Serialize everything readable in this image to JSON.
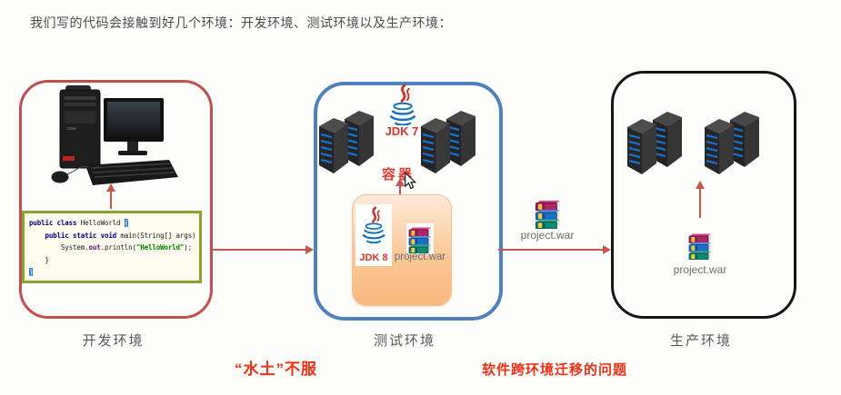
{
  "intro": "我们写的代码会接触到好几个环境：开发环境、测试环境以及生产环境：",
  "dev": {
    "caption": "开发环境",
    "code_lines": [
      [
        {
          "t": "public class ",
          "c": "kw"
        },
        {
          "t": "HelloWorld ",
          "c": "plain"
        },
        {
          "t": "{",
          "c": "sel"
        }
      ],
      [
        {
          "t": "    ",
          "c": "plain"
        },
        {
          "t": "public static void ",
          "c": "kw"
        },
        {
          "t": "main(String[] args) {",
          "c": "plain"
        }
      ],
      [
        {
          "t": "        System.",
          "c": "plain"
        },
        {
          "t": "out",
          "c": "field"
        },
        {
          "t": ".println(",
          "c": "plain"
        },
        {
          "t": "\"HelloWorld\"",
          "c": "str"
        },
        {
          "t": ");",
          "c": "plain"
        }
      ],
      [
        {
          "t": "    }",
          "c": "plain"
        }
      ],
      [
        {
          "t": "}",
          "c": "sel"
        }
      ]
    ]
  },
  "test": {
    "caption": "测试环境",
    "jdk7_label": "JDK 7",
    "container_label": "容器",
    "jdk8_label": "JDK 8",
    "war_label": "project.war"
  },
  "transfer": {
    "war_label": "project.war"
  },
  "prod": {
    "caption": "生产环境",
    "war_label": "project.war"
  },
  "notes": {
    "incompatibility": "“水土”不服",
    "migration": "软件跨环境迁移的问题"
  },
  "colors": {
    "dev_border": "#c0504d",
    "test_border": "#4f81bd",
    "prod_border": "#161616",
    "arrow_red": "#c4574e",
    "accent_red": "#e8372c",
    "note_red": "#f13014",
    "label_gray": "#5a5a5a",
    "container_fill_top": "#fdeada",
    "container_fill_bottom": "#f9b87e",
    "java_blue": "#1273ba",
    "java_red": "#ca3426"
  }
}
